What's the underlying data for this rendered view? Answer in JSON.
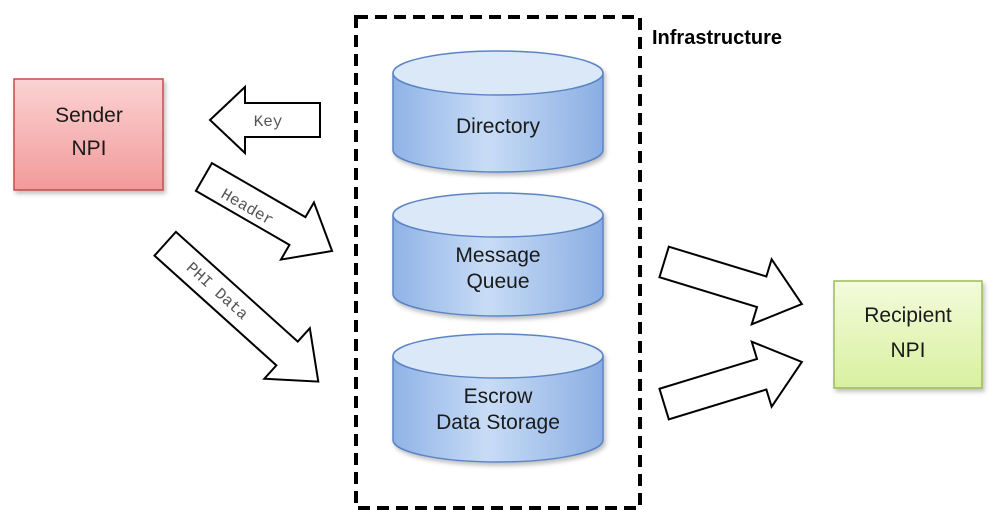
{
  "infrastructure": {
    "title": "Infrastructure",
    "directory": {
      "label": "Directory"
    },
    "message_queue": {
      "line1": "Message",
      "line2": "Queue"
    },
    "escrow": {
      "line1": "Escrow",
      "line2": "Data Storage"
    }
  },
  "sender": {
    "line1": "Sender",
    "line2": "NPI",
    "fill": "#f4a4a4",
    "stroke": "#c0504d"
  },
  "recipient": {
    "line1": "Recipient",
    "line2": "NPI",
    "fill": "#e4f5b8",
    "stroke": "#9bbb59"
  },
  "arrows": {
    "key": "Key",
    "header": "Header",
    "phi_data": "PHI Data"
  },
  "colors": {
    "cylinder_top": "#d9e7f8",
    "cylinder_body": "#a9c6ee",
    "cylinder_stroke": "#4f81bd"
  }
}
